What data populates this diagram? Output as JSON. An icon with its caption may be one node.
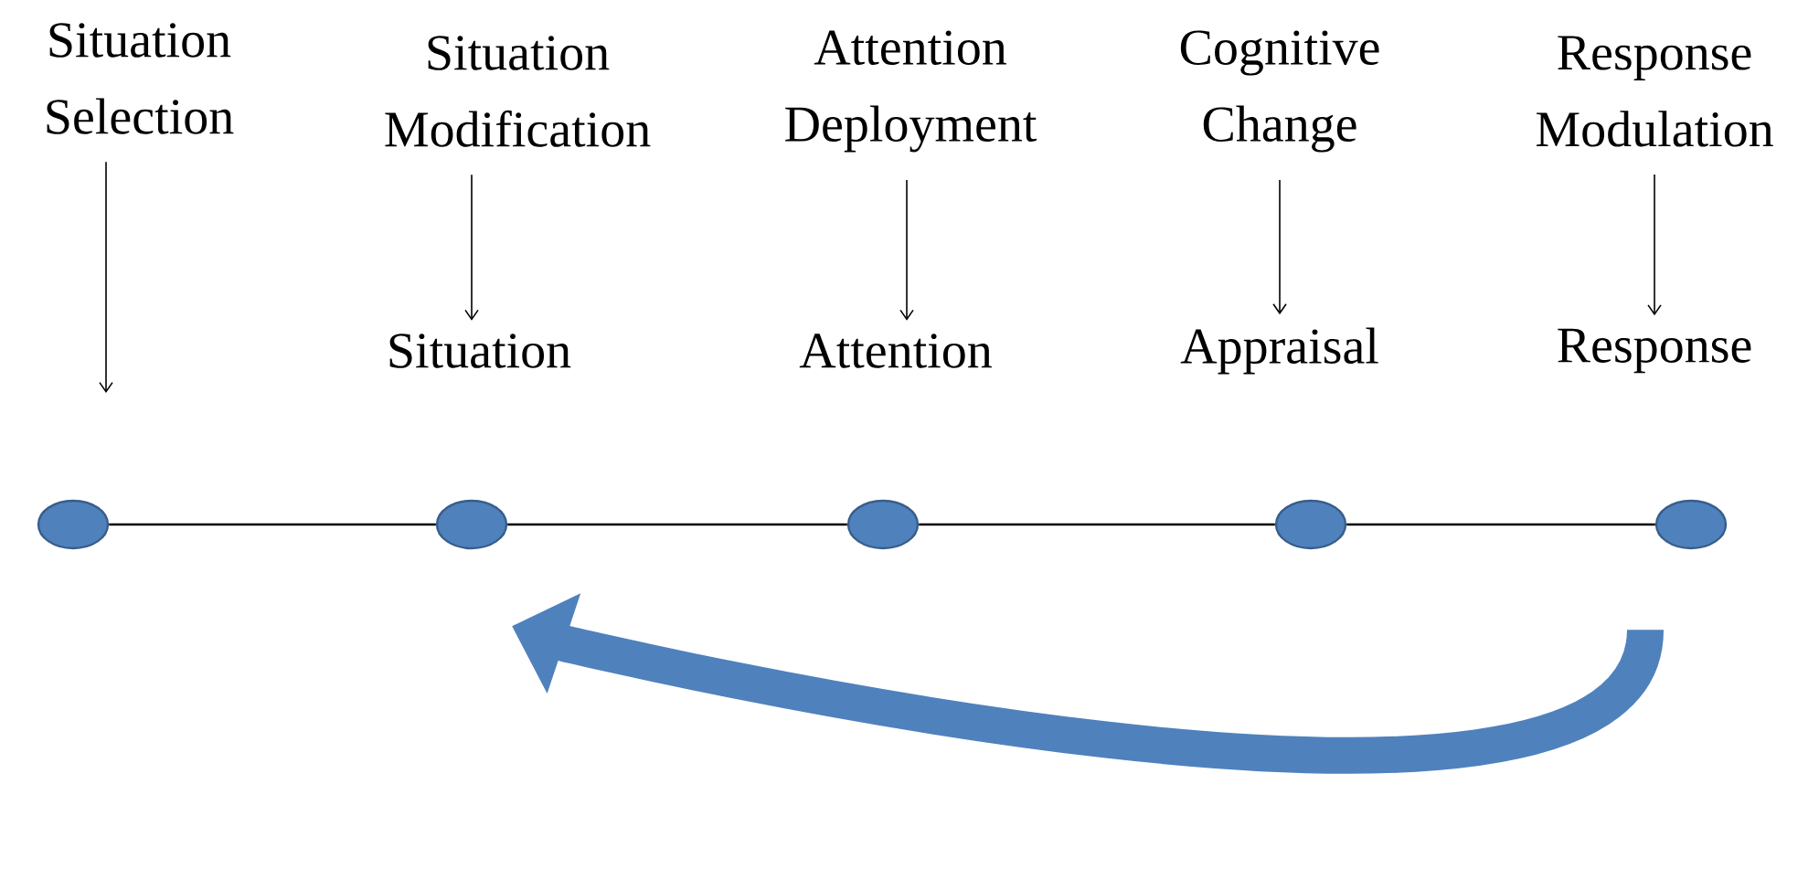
{
  "diagram": {
    "nodes": [
      {
        "text": [
          "Situation Selection"
        ]
      },
      {
        "text": [
          "Situation Modification"
        ]
      },
      {
        "text": [
          "Attention Deployment"
        ]
      },
      {
        "text": [
          "Cognitive Change"
        ]
      },
      {
        "text": [
          "Response Modulation"
        ]
      },
      {
        "text": [
          "Situation"
        ]
      },
      {
        "text": [
          "Attention"
        ]
      },
      {
        "text": [
          "Appraisal"
        ]
      },
      {
        "text": [
          "Response"
        ]
      },
      {
        "text": [],
        "shape": "circle"
      },
      {
        "text": [],
        "shape": "circle"
      },
      {
        "text": [],
        "shape": "circle"
      },
      {
        "text": [],
        "shape": "circle"
      },
      {
        "text": [],
        "shape": "circle"
      }
    ],
    "edges": [
      {
        "from": 0,
        "to": null,
        "arrow": "to"
      },
      {
        "from": 1,
        "to": 5,
        "arrow": "to"
      },
      {
        "from": 2,
        "to": 6,
        "arrow": "to"
      },
      {
        "from": 3,
        "to": 7,
        "arrow": "to"
      },
      {
        "from": 4,
        "to": 8,
        "arrow": "to"
      },
      {
        "from": 9,
        "to": 10,
        "arrow": "none"
      },
      {
        "from": 10,
        "to": 11,
        "arrow": "none"
      },
      {
        "from": 11,
        "to": 12,
        "arrow": "none"
      },
      {
        "from": 12,
        "to": 13,
        "arrow": "none"
      },
      {
        "from": 13,
        "to": 10,
        "arrow": "to",
        "style": "thick",
        "color": "#4f81bd"
      }
    ]
  }
}
